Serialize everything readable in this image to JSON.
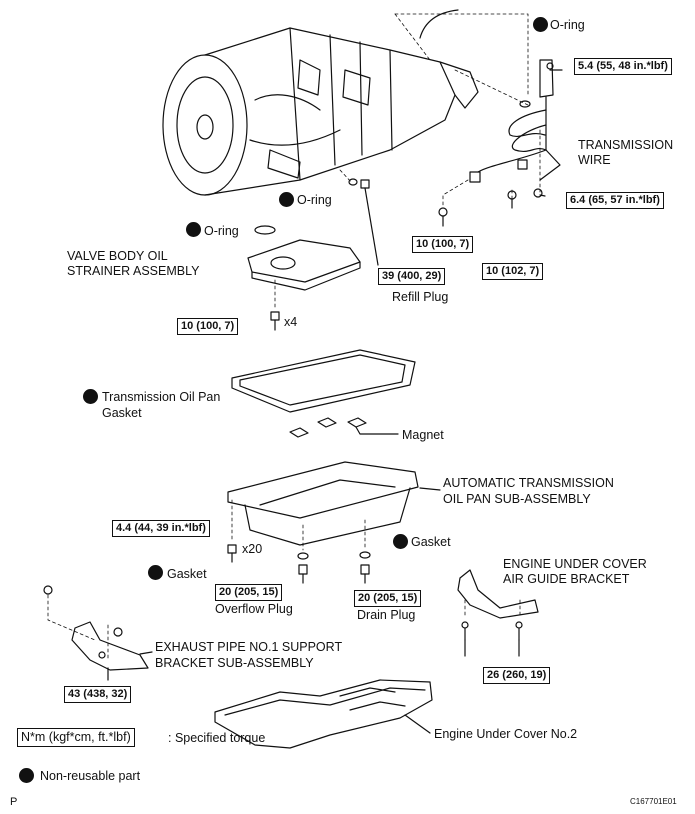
{
  "labels": {
    "oring_top": "O-ring",
    "oring_mid": "O-ring",
    "oring_left": "O-ring",
    "transmission_wire_1": "TRANSMISSION",
    "transmission_wire_2": "WIRE",
    "valve_body_1": "VALVE BODY OIL",
    "valve_body_2": "STRAINER ASSEMBLY",
    "refill_plug": "Refill Plug",
    "x4": "x4",
    "pan_gasket_1": "Transmission Oil Pan",
    "pan_gasket_2": "Gasket",
    "magnet": "Magnet",
    "atm_pan_1": "AUTOMATIC TRANSMISSION",
    "atm_pan_2": "OIL PAN SUB-ASSEMBLY",
    "x20": "x20",
    "gasket_left": "Gasket",
    "gasket_right": "Gasket",
    "overflow_plug": "Overflow Plug",
    "drain_plug": "Drain Plug",
    "under_cover_bracket_1": "ENGINE UNDER COVER",
    "under_cover_bracket_2": "AIR GUIDE BRACKET",
    "exhaust_bracket_1": "EXHAUST PIPE NO.1 SUPPORT",
    "exhaust_bracket_2": "BRACKET SUB-ASSEMBLY",
    "under_cover_no2": "Engine Under Cover No.2"
  },
  "torques": {
    "t_wire_bolt": "5.4 (55, 48 in.*lbf)",
    "t_wire_clamp": "6.4 (65, 57 in.*lbf)",
    "t_10_100_7_a": "10 (100, 7)",
    "t_10_102_7": "10 (102, 7)",
    "t_refill": "39 (400, 29)",
    "t_strainer": "10 (100, 7)",
    "t_pan": "4.4 (44, 39 in.*lbf)",
    "t_overflow": "20 (205, 15)",
    "t_drain": "20 (205, 15)",
    "t_bracket": "26 (260, 19)",
    "t_exhaust": "43 (438, 32)"
  },
  "legend": {
    "torque_unit": "N*m (kgf*cm, ft.*lbf)",
    "torque_text": ": Specified torque",
    "nonreusable_text": "Non-reusable part"
  },
  "footer": {
    "page_letter": "P",
    "figure_code": "C167701E01"
  },
  "colors": {
    "ink": "#111111",
    "background": "#ffffff"
  }
}
